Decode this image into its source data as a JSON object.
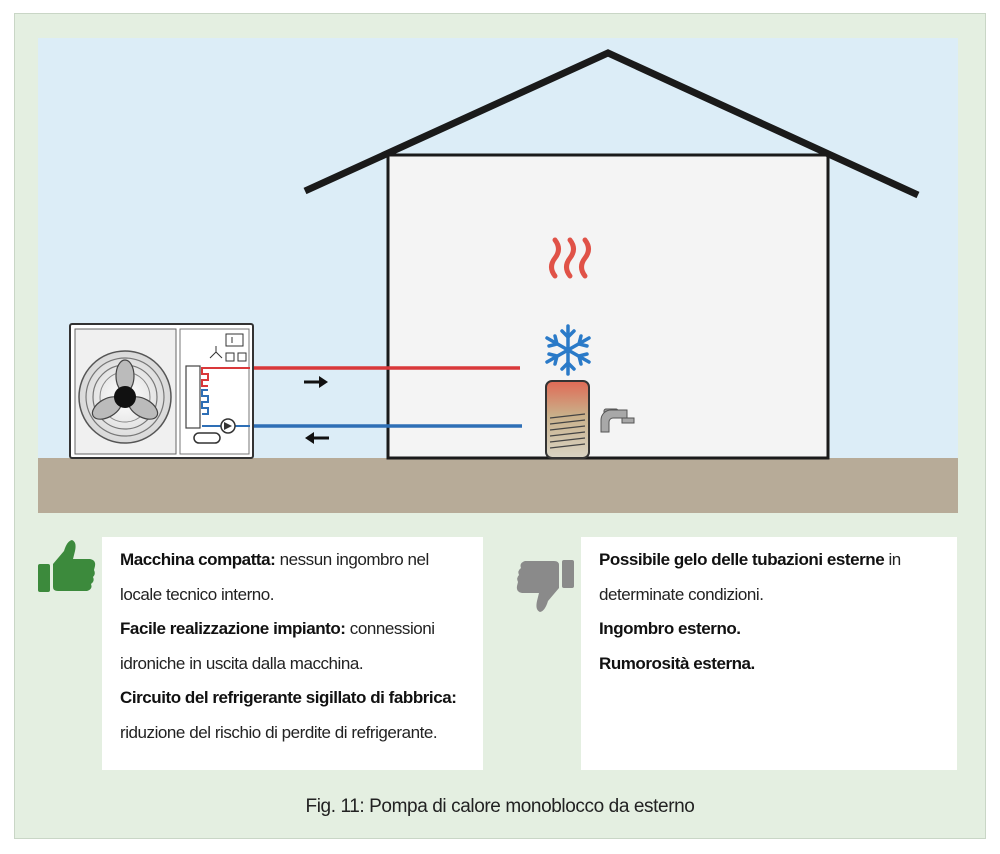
{
  "colors": {
    "frame_bg": "#e4efe1",
    "sky": "#dcedf7",
    "ground": "#b7ab98",
    "house_fill": "#f4f4f4",
    "hot_pipe": "#d9383a",
    "cold_pipe": "#2e6fb6",
    "thumb_up": "#3c8a3c",
    "thumb_down": "#8a8a8a",
    "snowflake": "#2a7ac8"
  },
  "icons": [
    "fan-icon",
    "heat-waves-icon",
    "snowflake-icon",
    "water-tank-icon",
    "faucet-icon",
    "thumbs-up-icon",
    "thumbs-down-icon",
    "arrow-right-icon",
    "arrow-left-icon"
  ],
  "pros": [
    {
      "bold": "Macchina compatta:",
      "rest": " nessun ingombro nel"
    },
    {
      "bold": "",
      "rest": "locale tecnico interno."
    },
    {
      "bold": "Facile realizzazione impianto:",
      "rest": " connessioni"
    },
    {
      "bold": "",
      "rest": "idroniche in uscita dalla macchina."
    },
    {
      "bold": "Circuito del refrigerante sigillato di fabbrica:",
      "rest": ""
    },
    {
      "bold": "",
      "rest": "riduzione del rischio di perdite di refrigerante."
    }
  ],
  "cons": [
    {
      "bold": "Possibile gelo delle tubazioni esterne",
      "rest": " in"
    },
    {
      "bold": "",
      "rest": "determinate condizioni."
    },
    {
      "bold": "Ingombro esterno.",
      "rest": ""
    },
    {
      "bold": "Rumorosità esterna.",
      "rest": ""
    }
  ],
  "caption": "Fig. 11: Pompa di calore monoblocco da esterno"
}
